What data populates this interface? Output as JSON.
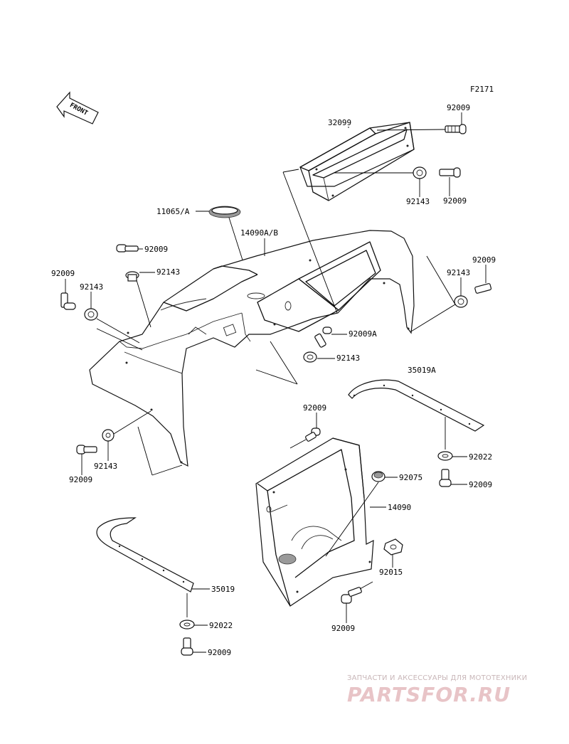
{
  "figure_code": "F2171",
  "front_label": "FRONT",
  "watermark": {
    "caption": "ЗАПЧАСТИ И АКСЕССУАРЫ ДЛЯ МОТОТЕХНИКИ",
    "logo": "PARTSFOR.RU",
    "color": "#e8c4c7"
  },
  "callouts": {
    "p32099": "32099",
    "p92009_tr": "92009",
    "p92143_tr": "92143",
    "p92009_tr2": "92009",
    "p11065": "11065/A",
    "p14090ab": "14090A/B",
    "p92009_ul": "92009",
    "p92143_ul": "92143",
    "p92009_l": "92009",
    "p92143_l": "92143",
    "p92009_r": "92009",
    "p92143_r": "92143",
    "p92009a": "92009A",
    "p92143_m": "92143",
    "p35019a": "35019A",
    "p92009_m": "92009",
    "p92022_r": "92022",
    "p92009_r2": "92009",
    "p92075": "92075",
    "p14090": "14090",
    "p92015": "92015",
    "p92009_b": "92009",
    "p92143_bl": "92143",
    "p92009_bl": "92009",
    "p35019": "35019",
    "p92022_l": "92022",
    "p92009_ll": "92009"
  }
}
